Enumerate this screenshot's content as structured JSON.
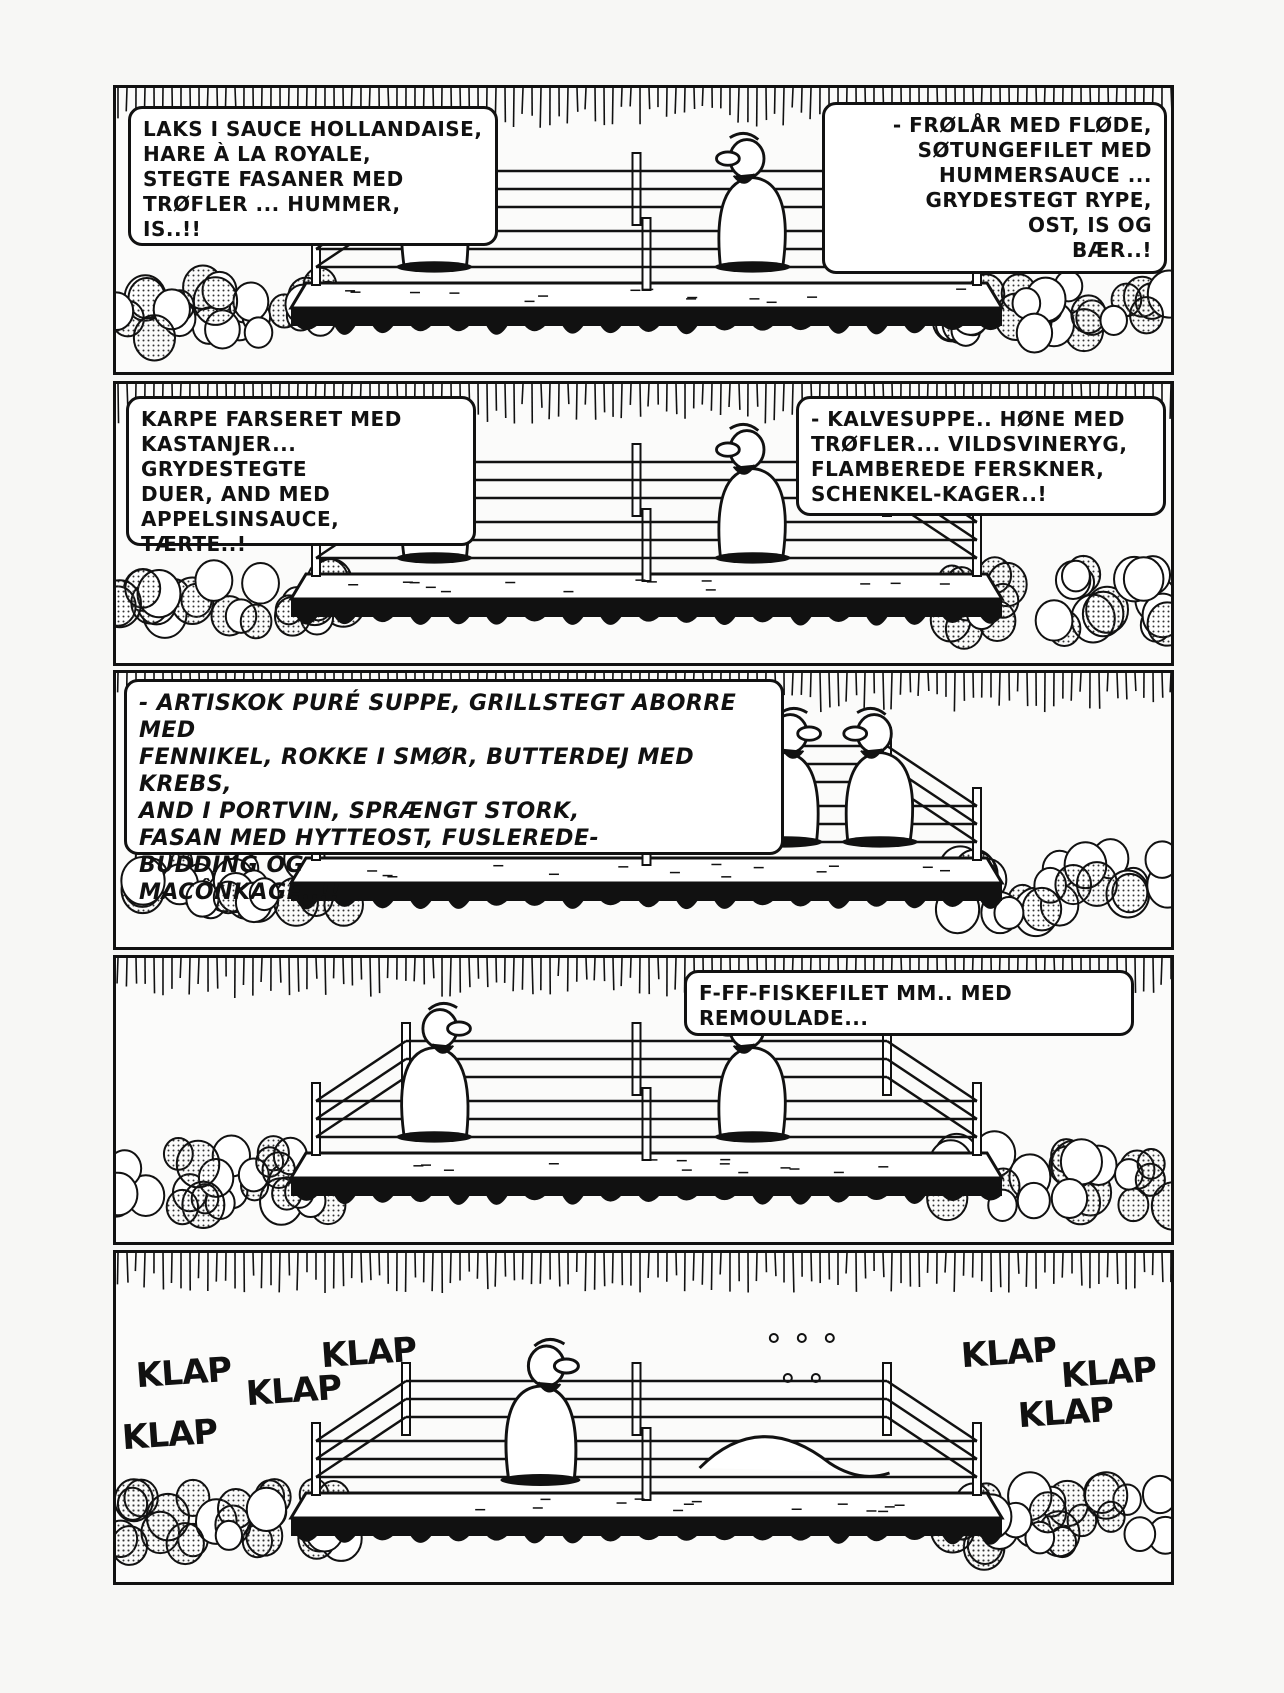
{
  "panels": [
    {
      "left_speech": "LAKS I SAUCE HOLLANDAISE,\nHARE À LA ROYALE,\nSTEGTE FASANER MED\nTRØFLER ... HUMMER,\nIS..!!",
      "right_speech": "- FRØLÅR MED FLØDE,\nSØTUNGEFILET MED\nHUMMERSAUCE ...\nGRYDESTEGT RYPE,\nOST, IS OG\nBÆR..!"
    },
    {
      "left_speech": "KARPE FARSERET MED\nKASTANJER... GRYDESTEGTE\nDUER, AND MED\nAPPELSINSAUCE,\nTÆRTE..!",
      "right_speech": "- KALVESUPPE.. HØNE MED\nTRØFLER... VILDSVINERYG,\nFLAMBEREDE FERSKNER,\nSCHENKEL-KAGER..!"
    },
    {
      "speech": "- ARTISKOK PURÉ SUPPE, GRILLSTEGT ABORRE MED\nFENNIKEL, ROKKE I SMØR, BUTTERDEJ MED KREBS,\nAND I PORTVIN, SPRÆNGT STORK,\nFASAN MED HYTTEOST, FUSLEREDE-\nBUDDING OG\nMACÔNKAGE..!!"
    },
    {
      "speech": "F-FF-FISKEFILET MM.. MED\nREMOULADE..."
    },
    {
      "sound_effects": [
        "KLAP",
        "KLAP",
        "KLAP",
        "KLAP",
        "KLAP",
        "KLAP",
        "KLAP"
      ]
    }
  ]
}
